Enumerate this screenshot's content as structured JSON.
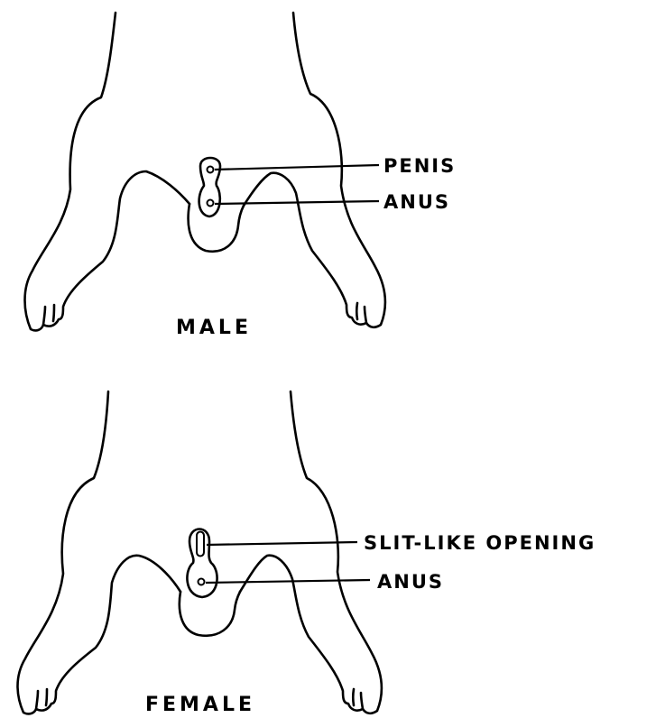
{
  "male": {
    "caption": "MALE",
    "labels": {
      "penis": "PENIS",
      "anus": "ANUS"
    }
  },
  "female": {
    "caption": "FEMALE",
    "labels": {
      "slit": "SLIT-LIKE OPENING",
      "anus": "ANUS"
    }
  }
}
